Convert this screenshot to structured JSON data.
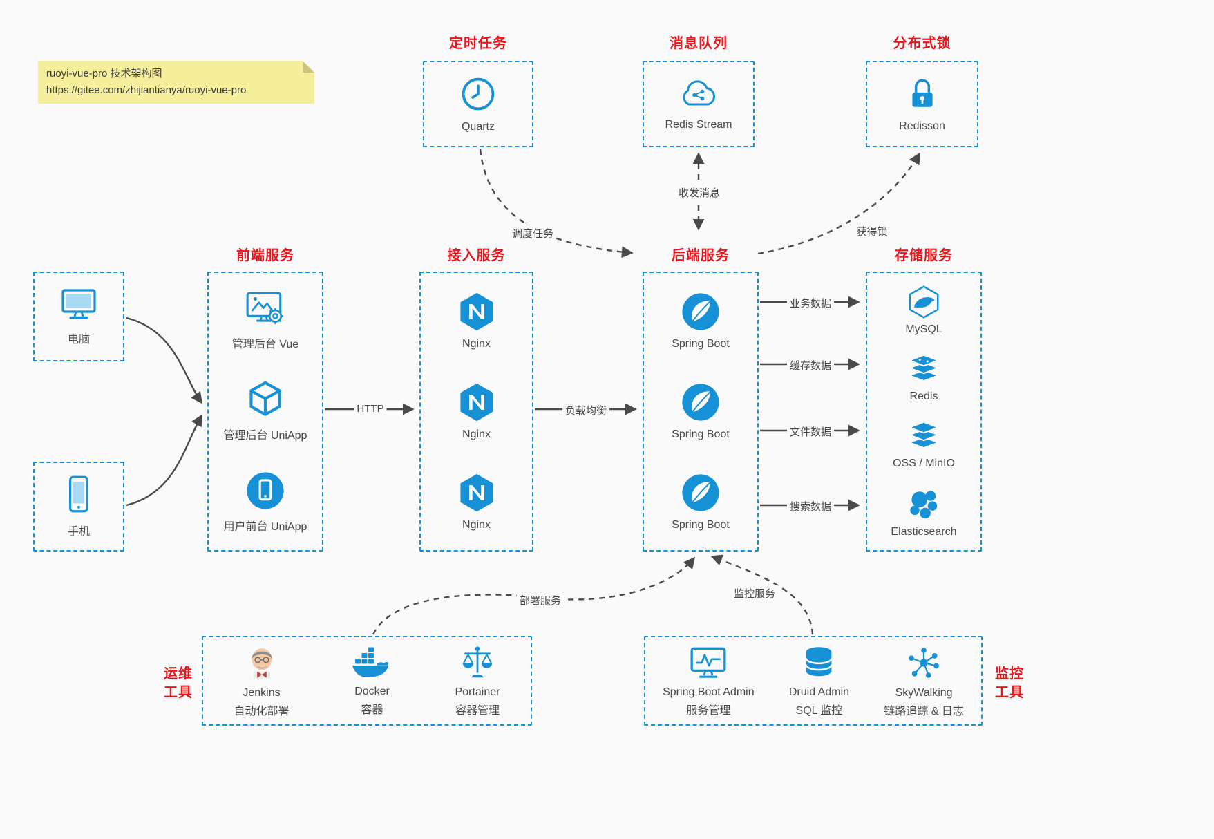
{
  "colors": {
    "blue": "#1791d6",
    "light_blue": "#a8daf5",
    "red": "#e8151d",
    "arrow": "#4a4a4a",
    "text": "#474747",
    "bg": "#fafafa",
    "note_bg": "#f5ee9b"
  },
  "note": {
    "line1": "ruoyi-vue-pro 技术架构图",
    "line2": "https://gitee.com/zhijiantianya/ruoyi-vue-pro"
  },
  "scheduler": {
    "title": "定时任务",
    "label": "Quartz"
  },
  "mq": {
    "title": "消息队列",
    "label": "Redis Stream"
  },
  "lock": {
    "title": "分布式锁",
    "label": "Redisson"
  },
  "clients": {
    "pc": {
      "label": "电脑"
    },
    "mobile": {
      "label": "手机"
    }
  },
  "frontend": {
    "title": "前端服务",
    "items": [
      {
        "label": "管理后台 Vue"
      },
      {
        "label": "管理后台 UniApp"
      },
      {
        "label": "用户前台 UniApp"
      }
    ]
  },
  "gateway": {
    "title": "接入服务",
    "items": [
      {
        "label": "Nginx"
      },
      {
        "label": "Nginx"
      },
      {
        "label": "Nginx"
      }
    ]
  },
  "backend": {
    "title": "后端服务",
    "items": [
      {
        "label": "Spring Boot"
      },
      {
        "label": "Spring Boot"
      },
      {
        "label": "Spring Boot"
      }
    ]
  },
  "storage": {
    "title": "存储服务",
    "items": [
      {
        "label": "MySQL"
      },
      {
        "label": "Redis"
      },
      {
        "label": "OSS / MinIO"
      },
      {
        "label": "Elasticsearch"
      }
    ]
  },
  "ops": {
    "title_line1": "运维",
    "title_line2": "工具",
    "items": [
      {
        "label": "Jenkins",
        "sub": "自动化部署"
      },
      {
        "label": "Docker",
        "sub": "容器"
      },
      {
        "label": "Portainer",
        "sub": "容器管理"
      }
    ]
  },
  "monitoring": {
    "title_line1": "监控",
    "title_line2": "工具",
    "items": [
      {
        "label": "Spring Boot Admin",
        "sub": "服务管理"
      },
      {
        "label": "Druid Admin",
        "sub": "SQL 监控"
      },
      {
        "label": "SkyWalking",
        "sub": "链路追踪 & 日志"
      }
    ]
  },
  "edges": {
    "schedule": "调度任务",
    "message": "收发消息",
    "acquire_lock": "获得锁",
    "http": "HTTP",
    "load_balance": "负载均衡",
    "business_data": "业务数据",
    "cache_data": "缓存数据",
    "file_data": "文件数据",
    "search_data": "搜索数据",
    "deploy": "部署服务",
    "monitor": "监控服务"
  }
}
